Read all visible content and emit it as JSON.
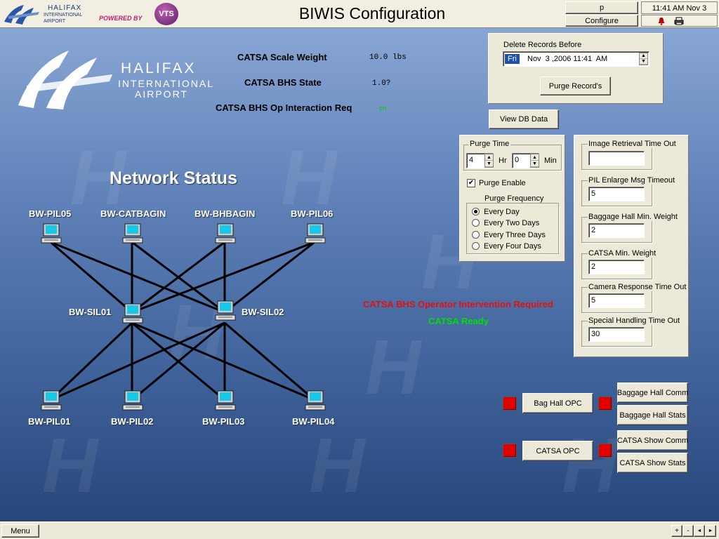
{
  "header": {
    "logo_line1": "HALIFAX",
    "logo_line2": "INTERNATIONAL",
    "logo_line3": "AIRPORT",
    "powered_by": "POWERED BY",
    "vts": "VTS",
    "title": "BIWIS Configuration",
    "user": "p",
    "configure_label": "Configure",
    "clock": "11:41 AM Nov 3"
  },
  "logo": {
    "line1": "HALIFAX",
    "line2": "INTERNATIONAL",
    "line3": "AIRPORT"
  },
  "info": {
    "scale_weight_label": "CATSA Scale Weight",
    "scale_weight_value": "10.0 lbs",
    "bhs_state_label": "CATSA BHS State",
    "bhs_state_value": "1.0?",
    "op_interaction_label": "CATSA BHS Op Interaction Req",
    "op_interaction_value": "on"
  },
  "network": {
    "title": "Network Status",
    "nodes": {
      "pil05": "BW-PIL05",
      "catbagin": "BW-CATBAGIN",
      "bhbagin": "BW-BHBAGIN",
      "pil06": "BW-PIL06",
      "sil01": "BW-SIL01",
      "sil02": "BW-SIL02",
      "pil01": "BW-PIL01",
      "pil02": "BW-PIL02",
      "pil03": "BW-PIL03",
      "pil04": "BW-PIL04"
    }
  },
  "delete_records": {
    "label": "Delete Records Before",
    "day": "Fri",
    "date_rest": "Nov  3 ,2006 11:41  AM",
    "purge_button": "Purge Record's"
  },
  "view_db_label": "View DB Data",
  "purge": {
    "time_label": "Purge Time",
    "hr_value": "4",
    "hr_label": "Hr",
    "min_value": "0",
    "min_label": "Min",
    "enable_label": "Purge Enable",
    "frequency_label": "Purge Frequency",
    "options": [
      "Every Day",
      "Every Two Days",
      "Every Three Days",
      "Every Four Days"
    ]
  },
  "settings": {
    "image_retrieval_label": "Image Retrieval Time Out",
    "image_retrieval_value": "",
    "pil_enlarge_label": "PIL Enlarge Msg Timeout",
    "pil_enlarge_value": "5",
    "bh_min_weight_label": "Baggage Hall Min. Weight",
    "bh_min_weight_value": "2",
    "catsa_min_weight_label": "CATSA Min. Weight",
    "catsa_min_weight_value": "2",
    "camera_response_label": "Camera Response Time Out",
    "camera_response_value": "5",
    "special_handling_label": "Special Handling Time Out",
    "special_handling_value": "30"
  },
  "status": {
    "intervention": "CATSA BHS Operator Intervention Required",
    "ready": "CATSA Ready",
    "intervention_color": "#e01010",
    "ready_color": "#00e000"
  },
  "opc": {
    "bag_hall_opc": "Bag Hall OPC",
    "catsa_opc": "CATSA OPC",
    "bh_comm": "Baggage Hall Comm",
    "bh_stats": "Baggage Hall Stats",
    "catsa_comm": "CATSA Show Comm",
    "catsa_stats": "CATSA Show Stats"
  },
  "footer": {
    "menu_label": "Menu",
    "plus": "+",
    "minus": "-",
    "left_arrow": "◄",
    "right_arrow": "►"
  },
  "icons": [
    "bell-icon",
    "printer-icon",
    "computer-icon",
    "spin-up-icon",
    "spin-down-icon"
  ]
}
